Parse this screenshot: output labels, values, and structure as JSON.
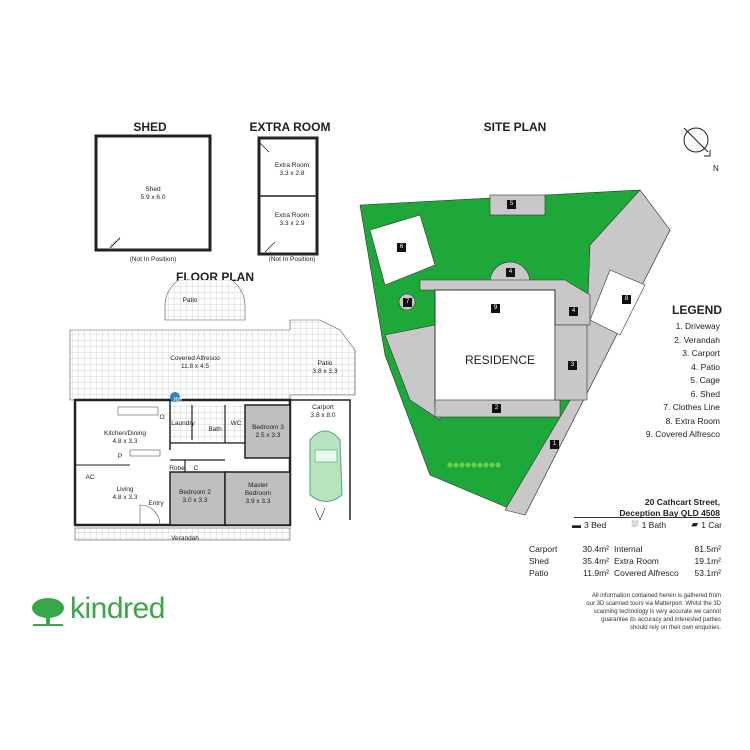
{
  "headings": {
    "shed": "SHED",
    "extra_room": "EXTRA ROOM",
    "site_plan": "SITE PLAN",
    "floor_plan": "FLOOR PLAN",
    "legend": "LEGEND"
  },
  "shed": {
    "name": "Shed",
    "dims": "5.9 x 6.0",
    "note": "(Not In Position)"
  },
  "extra_room": {
    "rooms": [
      {
        "name": "Extra Room",
        "dims": "3.3 x 2.8"
      },
      {
        "name": "Extra Room",
        "dims": "3.3 x 2.9"
      }
    ],
    "note": "(Not In Position)"
  },
  "floor_plan": {
    "patio_top": "Patio",
    "covered_alfresco": {
      "name": "Covered Alfresco",
      "dims": "11.8 x 4.5"
    },
    "patio_right": {
      "name": "Patio",
      "dims": "3.8 x 3.3"
    },
    "carport": {
      "name": "Carport",
      "dims": "3.8 x 8.0"
    },
    "kitchen": {
      "name": "Kitchen/Dining",
      "dims": "4.8 x 3.3"
    },
    "laundry": "Laundry",
    "bath": "Bath",
    "wc": "WC",
    "bedroom3": {
      "name": "Bedroom 3",
      "dims": "2.5 x 3.3"
    },
    "living": {
      "name": "Living",
      "dims": "4.8 x 3.3"
    },
    "robe": "Robe",
    "c": "C",
    "bedroom2": {
      "name": "Bedroom 2",
      "dims": "3.0 x 3.3"
    },
    "master": {
      "name": "Master",
      "name2": "Bedroom",
      "dims": "3.9 x 3.3"
    },
    "entry": "Entry",
    "verandah": "Verandah",
    "hw": "HW",
    "p": "P",
    "o": "O",
    "ac": "AC"
  },
  "site_plan": {
    "residence": "RESIDENCE",
    "markers": [
      "1",
      "2",
      "3",
      "4",
      "4",
      "5",
      "6",
      "7",
      "8",
      "9"
    ],
    "north": "N"
  },
  "legend": {
    "items": [
      "1. Driveway",
      "2. Verandah",
      "3. Carport",
      "4. Patio",
      "5. Cage",
      "6. Shed",
      "7. Clothes Line",
      "8. Extra Room",
      "9. Covered Alfresco"
    ]
  },
  "address": {
    "line1": "20 Cathcart Street,",
    "line2": "Deception Bay QLD 4508"
  },
  "features": {
    "bed": "3 Bed",
    "bath": "1 Bath",
    "car": "1 Car"
  },
  "areas": [
    {
      "label": "Carport",
      "value": "30.4m²"
    },
    {
      "label": "Shed",
      "value": "35.4m²"
    },
    {
      "label": "Patio",
      "value": "11.9m²"
    },
    {
      "label": "Internal",
      "value": "81.5m²"
    },
    {
      "label": "Extra Room",
      "value": "19.1m²"
    },
    {
      "label": "Covered Alfresco",
      "value": "53.1m²"
    }
  ],
  "disclaimer": [
    "All information contained herein is gathered from",
    "our 3D scanned tours via Matterport. Whilst the 3D",
    "scanning technology is very accurate we cannot",
    "guarantee its accuracy and interested parties",
    "should rely on their own enquiries."
  ],
  "brand": {
    "name": "kindred",
    "color": "#3aa64a"
  },
  "colors": {
    "lawn": "#1fa83a",
    "paving": "#c8c8c8",
    "room_grey": "#bfbfbf",
    "car": "#b9e3bf"
  }
}
